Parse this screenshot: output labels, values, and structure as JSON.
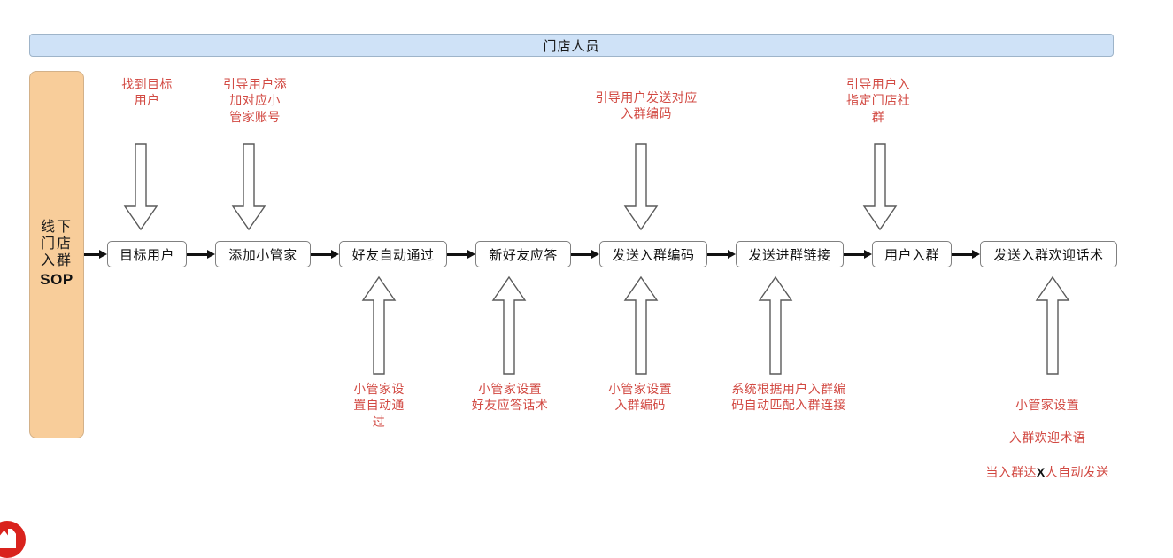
{
  "header": {
    "title": "门店人员"
  },
  "lane": {
    "lines": [
      "线下",
      "门店",
      "入群"
    ],
    "sop": "SOP"
  },
  "flow": {
    "steps": [
      {
        "label": "目标用户"
      },
      {
        "label": "添加小管家"
      },
      {
        "label": "好友自动通过"
      },
      {
        "label": "新好友应答"
      },
      {
        "label": "发送入群编码"
      },
      {
        "label": "发送进群链接"
      },
      {
        "label": "用户入群"
      },
      {
        "label": "发送入群欢迎话术"
      }
    ]
  },
  "notes_top": [
    {
      "text": "找到目标\n用户"
    },
    {
      "text": "引导用户添\n加对应小\n管家账号"
    },
    {
      "text": "引导用户发送对应\n入群编码"
    },
    {
      "text": "引导用户入\n指定门店社\n群"
    }
  ],
  "notes_bottom": [
    {
      "text": "小管家设\n置自动通\n过"
    },
    {
      "text": "小管家设置\n好友应答话术"
    },
    {
      "text": "小管家设置\n入群编码"
    },
    {
      "text": "系统根据用户入群编\n码自动匹配入群连接"
    }
  ],
  "notes_bottom_last": {
    "line1": "小管家设置",
    "line2": "入群欢迎术语",
    "line3_pre": "当入群达",
    "line3_bold": "X",
    "line3_post": "人自动发送"
  },
  "colors": {
    "header_fill": "#cfe2f7",
    "header_border": "#9eb4c9",
    "lane_fill": "#f8cd9a",
    "lane_border": "#d3b189",
    "box_border": "#808080",
    "note_red": "#d24a43",
    "arrow_black": "#111111",
    "logo_red": "#d9231d"
  },
  "logo": {
    "name": "red-circle-logo"
  }
}
